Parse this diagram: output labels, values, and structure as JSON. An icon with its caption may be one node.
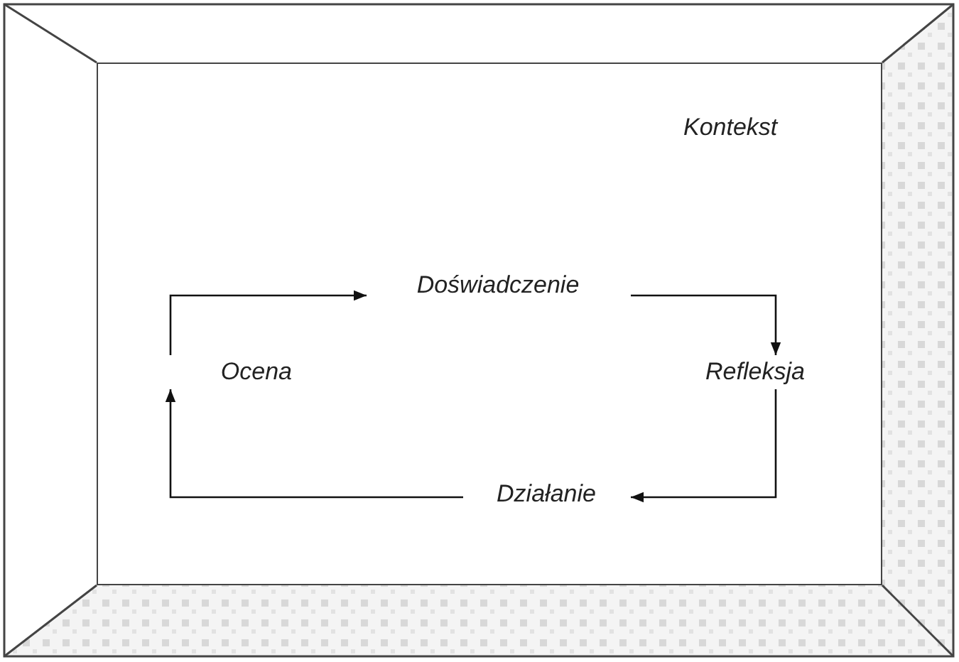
{
  "diagram": {
    "nodes": [
      {
        "text": [
          "Kontekst"
        ]
      },
      {
        "text": [
          "Doświadczenie"
        ],
        "in": 0
      },
      {
        "text": [
          "Refleksja"
        ],
        "in": 0
      },
      {
        "text": [
          "Działanie"
        ],
        "in": 0
      },
      {
        "text": [
          "Ocena"
        ],
        "in": 0
      }
    ],
    "edges": [
      {
        "from": 1,
        "to": 2,
        "arrow": "to"
      },
      {
        "from": 2,
        "to": 3,
        "arrow": "to"
      },
      {
        "from": 3,
        "to": 4,
        "arrow": "to"
      },
      {
        "from": 4,
        "to": 1,
        "arrow": "to"
      }
    ]
  }
}
